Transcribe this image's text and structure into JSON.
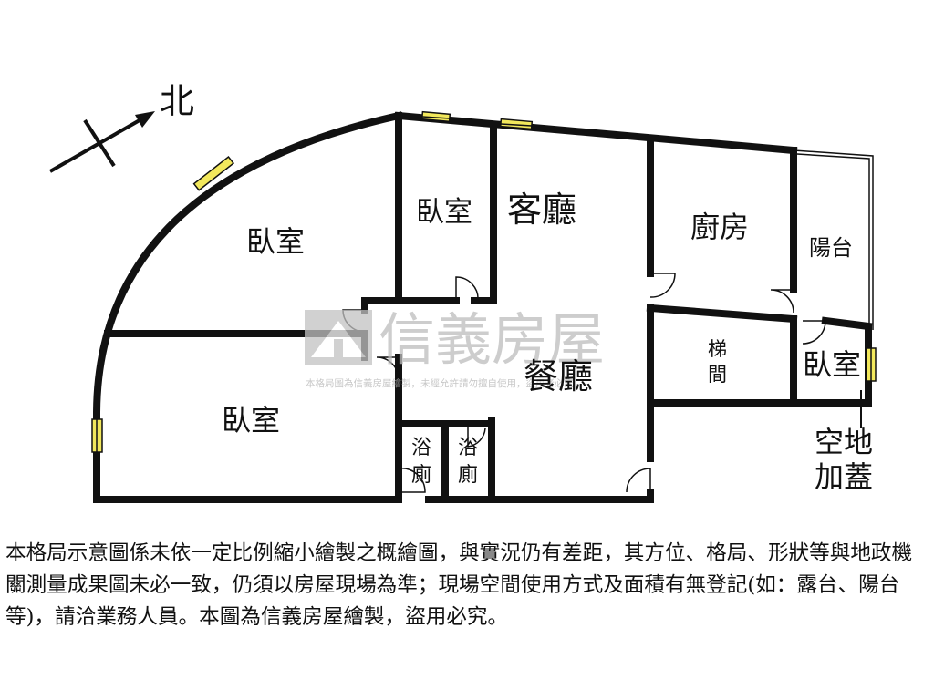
{
  "compass": {
    "label": "北"
  },
  "rooms": {
    "bedroom_west": "臥室",
    "bedroom_north": "臥室",
    "living_room": "客廳",
    "kitchen": "廚房",
    "balcony": "陽台",
    "bedroom_southwest": "臥室",
    "dining_room": "餐廳",
    "stair_room": "梯間",
    "bedroom_east": "臥室",
    "bathroom_1": "浴廁",
    "bathroom_2": "浴廁"
  },
  "annotation": {
    "line1": "空地",
    "line2": "加蓋"
  },
  "watermark": {
    "brand": "信義房屋",
    "note": "本格局圖為信義房屋繪製，未經允許請勿擅自使用，盜用者必究"
  },
  "disclaimer": "本格局示意圖係未依一定比例縮小繪製之概繪圖，與實況仍有差距，其方位、格局、形狀等與地政機關測量成果圖未必一致，仍須以房屋現場為準；現場空間使用方式及面積有無登記(如：露台、陽台等)，請洽業務人員。本圖為信義房屋繪製，盜用必究。",
  "colors": {
    "wall": "#111111",
    "window": "#f2e85c",
    "watermark": "#bdbdbd"
  }
}
